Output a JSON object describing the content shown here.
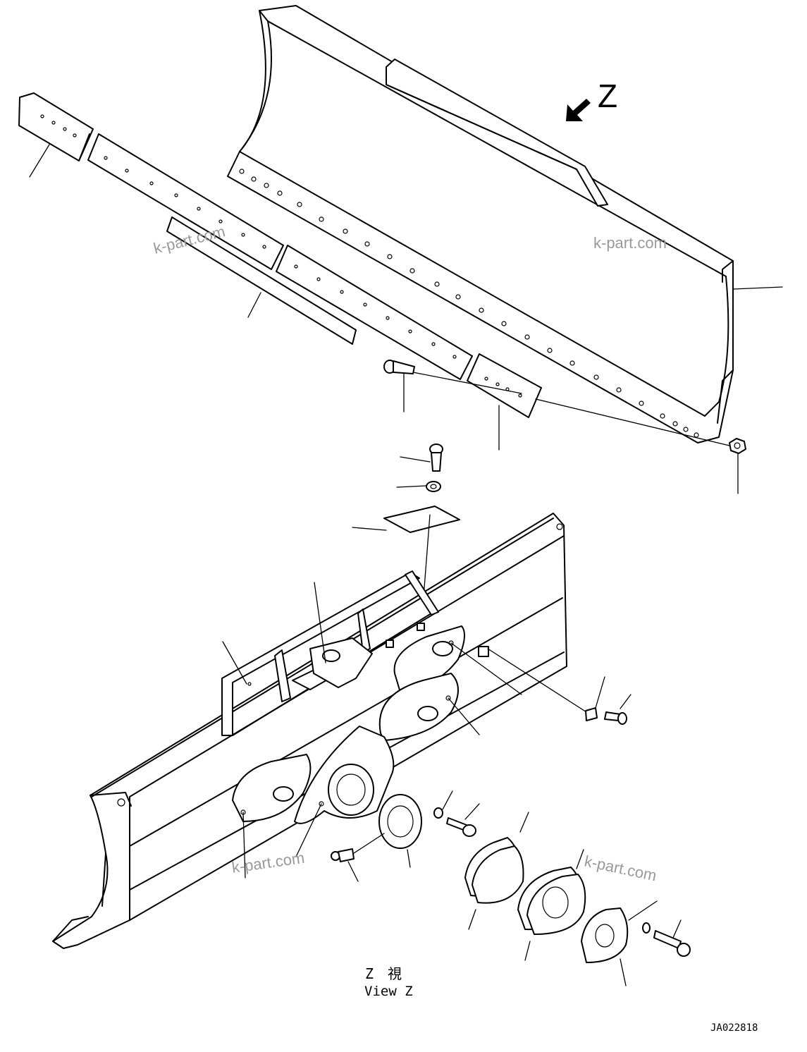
{
  "view_marker": {
    "letter": "Z"
  },
  "view_caption": {
    "jp": "Z　視",
    "en": "View Z"
  },
  "drawing_code": "JA022818",
  "watermark": "k-part.com"
}
